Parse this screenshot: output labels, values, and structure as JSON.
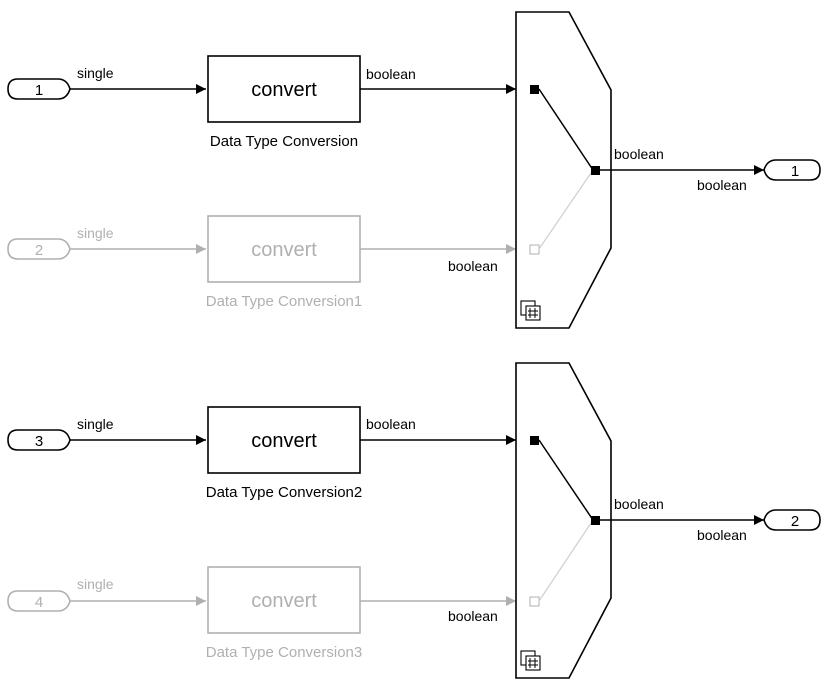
{
  "colors": {
    "active": "#000000",
    "inactive": "#b0b0b0"
  },
  "groups": [
    {
      "inports": [
        {
          "number": "1",
          "active": true,
          "signal": "single"
        },
        {
          "number": "2",
          "active": false,
          "signal": "single"
        }
      ],
      "blocks": [
        {
          "label": "convert",
          "name": "Data Type Conversion",
          "out_signal": "boolean",
          "active": true
        },
        {
          "label": "convert",
          "name": "Data Type Conversion1",
          "out_signal": "boolean",
          "active": false
        }
      ],
      "switch": {
        "out_signal_top": "boolean",
        "out_signal_bottom": "boolean",
        "icon": "variant-subsystem-icon"
      },
      "outport": {
        "number": "1"
      }
    },
    {
      "inports": [
        {
          "number": "3",
          "active": true,
          "signal": "single"
        },
        {
          "number": "4",
          "active": false,
          "signal": "single"
        }
      ],
      "blocks": [
        {
          "label": "convert",
          "name": "Data Type Conversion2",
          "out_signal": "boolean",
          "active": true
        },
        {
          "label": "convert",
          "name": "Data Type Conversion3",
          "out_signal": "boolean",
          "active": false
        }
      ],
      "switch": {
        "out_signal_top": "boolean",
        "out_signal_bottom": "boolean",
        "icon": "variant-subsystem-icon"
      },
      "outport": {
        "number": "2"
      }
    }
  ]
}
